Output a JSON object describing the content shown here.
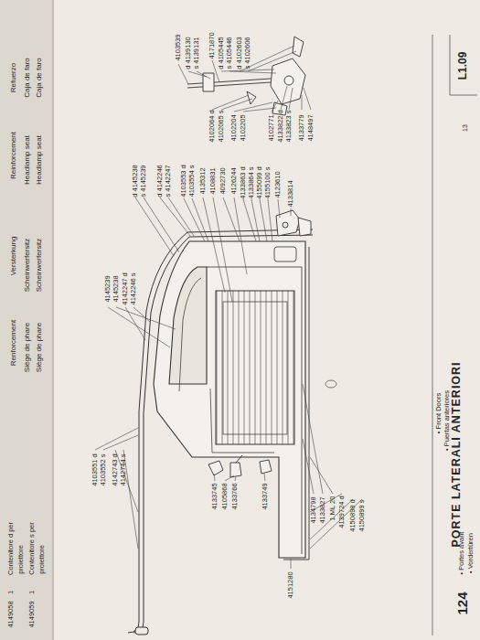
{
  "diagram": {
    "title": "PORTE LATERALI ANTERIORI",
    "labels": [
      "Refuerzo",
      "Caja de faro",
      "Caja de faro",
      "Reinforcement",
      "Headlamp seat",
      "Headlamp seat",
      "Versterkung",
      "Scheinwerfersitz",
      "Scheinwerfersitz",
      "Renforcement",
      "Siège de phare",
      "Siège de phare",
      "4149058",
      "1",
      "Contenitore d per",
      "proiettore",
      "4149059",
      "1",
      "Contenitore s per",
      "proiettore",
      "L1.09",
      "13",
      "124",
      "• Front Doors",
      "• Puertas anteriores",
      "• Portes avant",
      "• Vordertüren",
      "4145239",
      "4145238",
      "4142247 d",
      "4142246 s",
      "4103551 d",
      "4103552 s",
      "4142743 d",
      "4142744 s",
      "4133745",
      "4105868",
      "4133766",
      "4133749",
      "4151280",
      "4134798",
      "4133827",
      "1 ML 20",
      "4139724 d",
      "4150898 d",
      "4150899 s",
      "d 4145238",
      "s 4145239",
      "d 4142246",
      "s 4142247",
      "4103553 d",
      "4103554 s",
      "4135312",
      "4108831",
      "4092730",
      "4126244",
      "4133863 d",
      "4133864 s",
      "4155099 d",
      "4155100 s",
      "4123610",
      "4133814",
      "4103539",
      "d 4139130",
      "s 4139131",
      "4171870",
      "d 4105445",
      "s 4105446",
      "d 4102603",
      "s 4102606",
      "4102064 d",
      "4102065 s",
      "4102204",
      "4102205",
      "4102771",
      "4133822 d",
      "4133823 s",
      "4133779",
      "4148497"
    ]
  }
}
